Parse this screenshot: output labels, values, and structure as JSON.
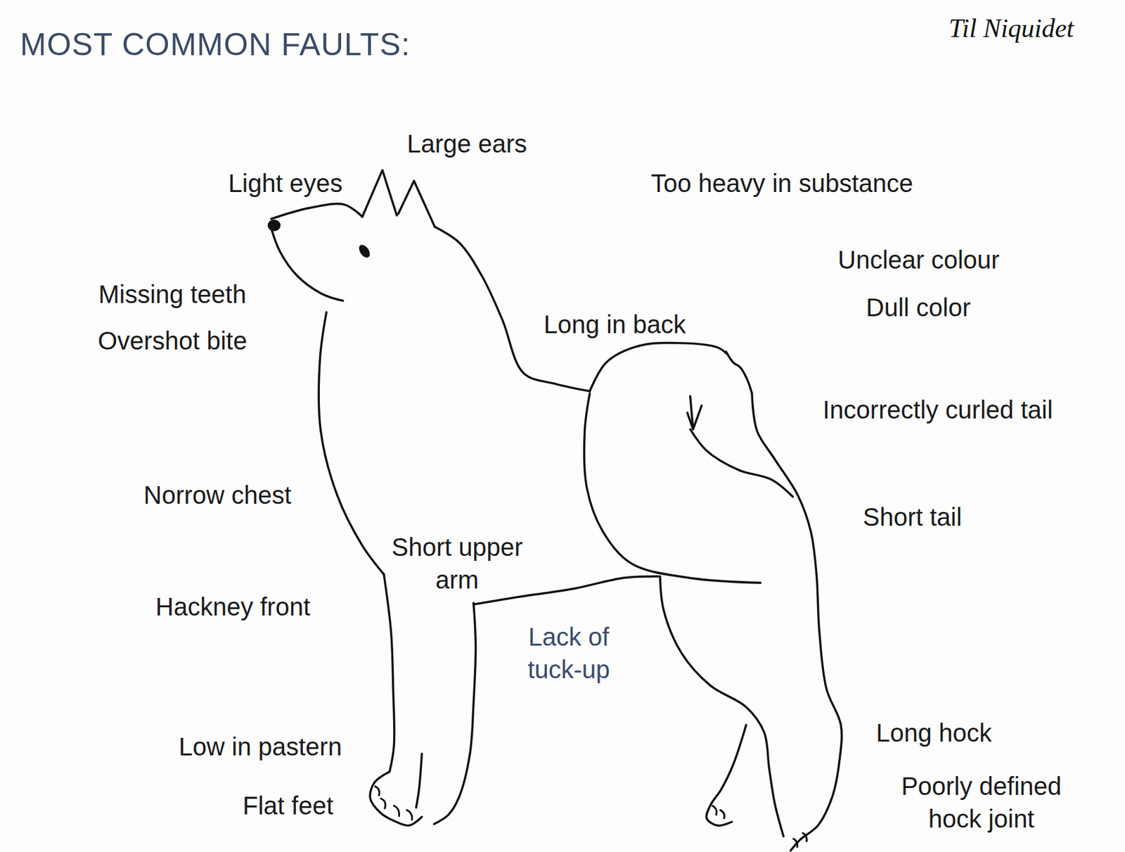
{
  "diagram": {
    "title": "MOST COMMON FAULTS:",
    "labels": [
      "Til Niquidet",
      "Large ears",
      "Light eyes",
      "Too heavy in substance",
      "Unclear colour",
      "Missing teeth",
      "Dull color",
      "Long in back",
      "Overshot bite",
      "Incorrectly curled tail",
      "Norrow chest",
      "Short tail",
      "Short upper arm",
      "Hackney front",
      "Lack of tuck-up",
      "Long hock",
      "Low in pastern",
      "Poorly defined hock joint",
      "Flat feet"
    ]
  }
}
